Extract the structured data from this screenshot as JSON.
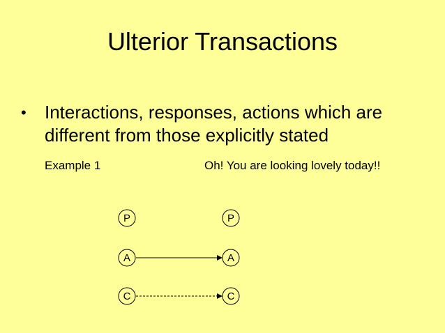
{
  "slide": {
    "title": "Ulterior Transactions",
    "bullet_marker": "•",
    "bullet_text": "Interactions, responses, actions which are different from those explicitly stated",
    "example_label": "Example 1",
    "quote": "Oh! You are looking lovely today!!"
  },
  "diagram": {
    "left_states": [
      "P",
      "A",
      "C"
    ],
    "right_states": [
      "P",
      "A",
      "C"
    ],
    "colors": {
      "circle_fill": "#ffff99",
      "stroke": "#000000"
    },
    "arrows": [
      {
        "from": "A",
        "to": "A",
        "style": "solid"
      },
      {
        "from": "C",
        "to": "C",
        "style": "dashed"
      }
    ]
  }
}
